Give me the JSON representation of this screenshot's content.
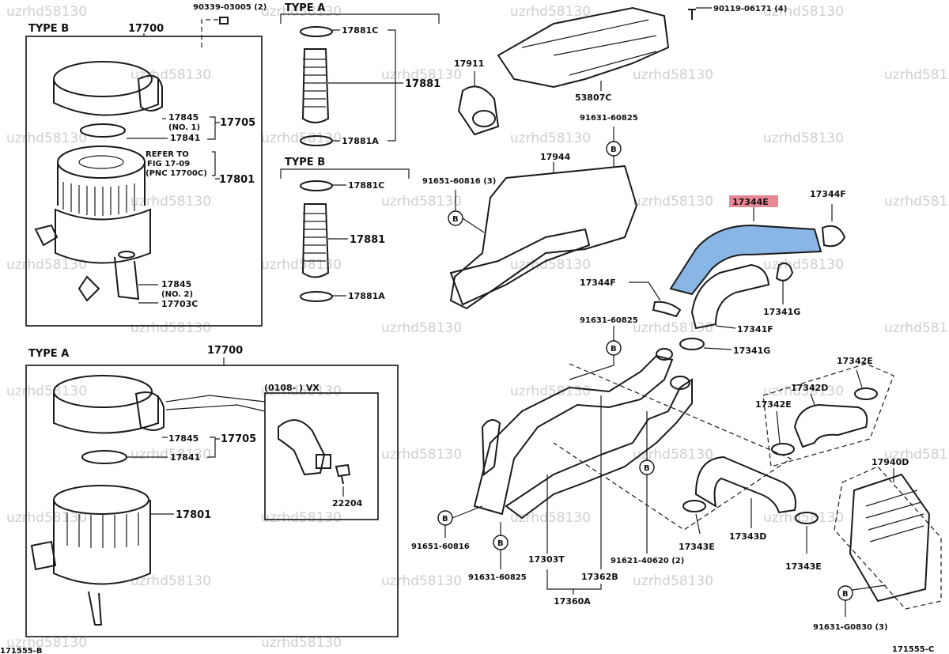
{
  "watermark": "uzrhd58130",
  "headers": {
    "type_b_left": "TYPE B",
    "type_a_left": "TYPE A",
    "type_a_mid": "TYPE A",
    "type_b_mid": "TYPE B",
    "ref_note_1": "REFER TO",
    "ref_note_2": "FIG 17-09",
    "ref_note_3": "(PNC 17700C)",
    "vx_note": "(0108-     ) VX"
  },
  "parts": {
    "p17700_b": "17700",
    "p17700_a": "17700",
    "p90339": "90339-03005 (2)",
    "p17845_no1": "17845",
    "no1": "(NO. 1)",
    "p17841_b": "17841",
    "p17705_b": "17705",
    "p17801_b": "17801",
    "p17845_no2": "17845",
    "no2": "(NO. 2)",
    "p17703c": "17703C",
    "p17845_a": "17845",
    "p17705_a": "17705",
    "p17841_a": "17841",
    "p17801_a": "17801",
    "p22204": "22204",
    "p17881c_a": "17881C",
    "p17881_a": "17881",
    "p17881a_a": "17881A",
    "p17881c_b": "17881C",
    "p17881_b": "17881",
    "p17881a_b": "17881A",
    "p90119": "90119-06171 (4)",
    "p17911": "17911",
    "p53807c": "53807C",
    "p91631_60825_top": "91631-60825",
    "p17944": "17944",
    "p91651_60816_3": "91651-60816 (3)",
    "p17344e": "17344E",
    "p17344f_top": "17344F",
    "p17344f_mid": "17344F",
    "p17341g_top": "17341G",
    "p17341f": "17341F",
    "p17341g_mid": "17341G",
    "p91631_60825_mid": "91631-60825",
    "p17342e_top": "17342E",
    "p17342d": "17342D",
    "p17342e_mid": "17342E",
    "p17940d": "17940D",
    "p17343e_left": "17343E",
    "p17343d": "17343D",
    "p17343e_right": "17343E",
    "p91651_60816": "91651-60816",
    "p91631_60825_bot": "91631-60825",
    "p17303t": "17303T",
    "p17362b": "17362B",
    "p91621_40620": "91621-40620 (2)",
    "p17360a": "17360A",
    "p91631_g0830": "91631-G0830 (3)",
    "fig_left": "171555-B",
    "fig_right": "171555-C",
    "circle_b": "B"
  },
  "highlight_color": "#e06070",
  "hose_color": "#4a8fd6"
}
